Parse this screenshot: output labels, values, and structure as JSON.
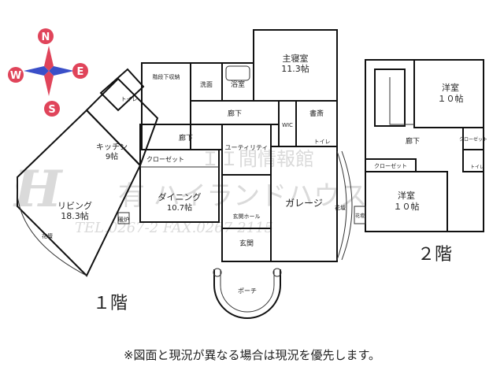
{
  "compass": {
    "n": "N",
    "e": "E",
    "s": "S",
    "w": "W"
  },
  "watermark": {
    "brand": "H",
    "line1": "ＩＩ間情報館",
    "line2": "有 ハイランドハウス",
    "tel": "TEL.0267-2  FAX.0267-2115"
  },
  "floor1": {
    "label": "１階",
    "rooms": {
      "living": "リビング",
      "living_size": "18.3帖",
      "kitchen": "キッチン",
      "kitchen_size": "9帖",
      "dining": "ダイニング",
      "dining_size": "10.7帖",
      "master": "主寝室",
      "master_size": "11.3帖",
      "bath": "浴室",
      "washroom": "洗面",
      "toilet_a": "トイレ",
      "toilet_b": "トイレ",
      "stair_storage": "階段下収納",
      "hall_a": "廊下",
      "hall_b": "廊下",
      "closet": "クローゼット",
      "utility": "ユーティリティ",
      "study": "書斎",
      "wic": "WIC",
      "garage": "ガレージ",
      "entrance_hall": "玄関ホール",
      "entrance": "玄関",
      "porch": "ポーチ",
      "hearth": "暖炉",
      "flowerbed_a": "花壇",
      "flowerbed_b": "花壇"
    }
  },
  "floor2": {
    "label": "２階",
    "rooms": {
      "western_a": "洋室",
      "western_a_size": "１０帖",
      "western_b": "洋室",
      "western_b_size": "１０帖",
      "hall": "廊下",
      "closet_a": "クローゼット",
      "closet_b": "クローゼット",
      "toilet": "トイレ",
      "flowerbed": "花壇"
    }
  },
  "note": "※図面と現況が異なる場合は現況を優先します。"
}
